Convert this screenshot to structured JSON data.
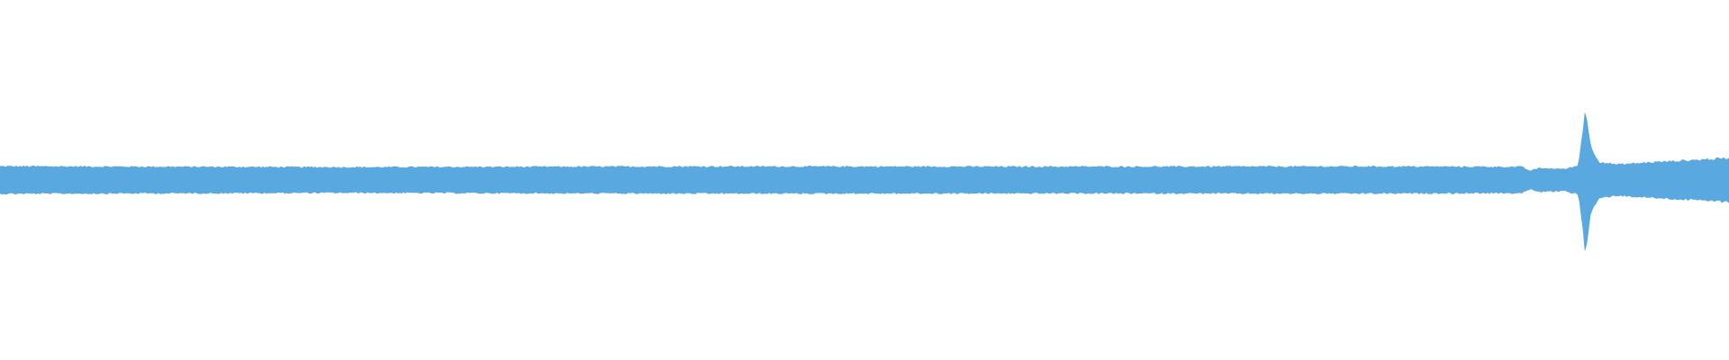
{
  "waveform": {
    "color": "#5aa8e0",
    "background": "#ffffff",
    "amplitude_profile": [
      {
        "t": 0.0,
        "a": 0.075
      },
      {
        "t": 0.2,
        "a": 0.07
      },
      {
        "t": 0.4,
        "a": 0.074
      },
      {
        "t": 0.6,
        "a": 0.073
      },
      {
        "t": 0.8,
        "a": 0.074
      },
      {
        "t": 0.88,
        "a": 0.072
      },
      {
        "t": 0.885,
        "a": 0.05
      },
      {
        "t": 0.89,
        "a": 0.065
      },
      {
        "t": 0.905,
        "a": 0.06
      },
      {
        "t": 0.913,
        "a": 0.08
      },
      {
        "t": 0.917,
        "a": 0.4
      },
      {
        "t": 0.92,
        "a": 0.18
      },
      {
        "t": 0.925,
        "a": 0.1
      },
      {
        "t": 0.935,
        "a": 0.085
      },
      {
        "t": 0.96,
        "a": 0.1
      },
      {
        "t": 1.0,
        "a": 0.12
      }
    ]
  }
}
